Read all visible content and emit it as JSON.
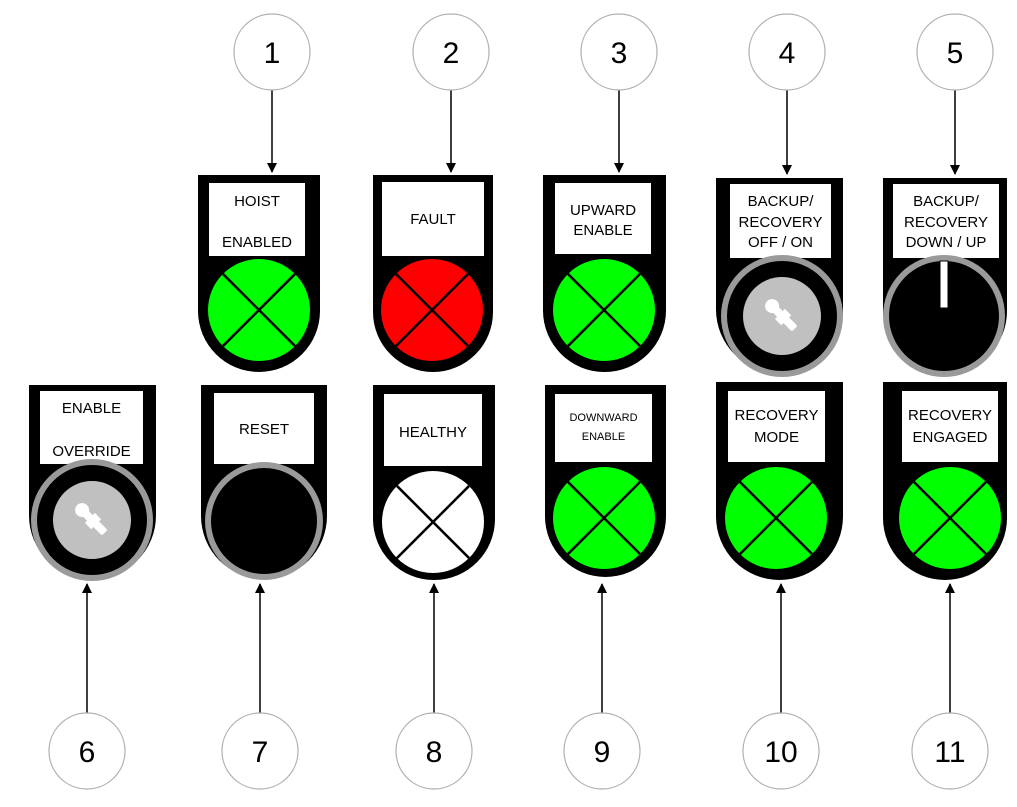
{
  "diagram": {
    "colors": {
      "housing": "#000000",
      "label_bg": "#ffffff",
      "lamp_green": "#00ff00",
      "lamp_red": "#ff0000",
      "lamp_white": "#ffffff",
      "ring_grey": "#9a9a9a",
      "switch_face": "#c0c0c0",
      "callout_stroke": "#b0b0b0"
    },
    "callouts": [
      {
        "number": "1",
        "target": "hoist-enabled-lamp"
      },
      {
        "number": "2",
        "target": "fault-lamp"
      },
      {
        "number": "3",
        "target": "upward-enable-lamp"
      },
      {
        "number": "4",
        "target": "backup-recovery-key-switch"
      },
      {
        "number": "5",
        "target": "backup-recovery-selector"
      },
      {
        "number": "6",
        "target": "enable-override-key-switch"
      },
      {
        "number": "7",
        "target": "reset-button"
      },
      {
        "number": "8",
        "target": "healthy-lamp"
      },
      {
        "number": "9",
        "target": "downward-enable-lamp"
      },
      {
        "number": "10",
        "target": "recovery-mode-lamp"
      },
      {
        "number": "11",
        "target": "recovery-engaged-lamp"
      }
    ],
    "devices": [
      {
        "id": "hoist-enabled-lamp",
        "type": "lamp",
        "color": "green",
        "label_lines": [
          "HOIST",
          "",
          "ENABLED"
        ]
      },
      {
        "id": "fault-lamp",
        "type": "lamp",
        "color": "red",
        "label_lines": [
          "FAULT"
        ]
      },
      {
        "id": "upward-enable-lamp",
        "type": "lamp",
        "color": "green",
        "label_lines": [
          "UPWARD",
          "ENABLE"
        ]
      },
      {
        "id": "backup-recovery-key-switch",
        "type": "key-switch",
        "label_lines": [
          "BACKUP/",
          "RECOVERY",
          "OFF /   ON"
        ]
      },
      {
        "id": "backup-recovery-selector",
        "type": "selector",
        "label_lines": [
          "BACKUP/",
          "RECOVERY",
          "DOWN / UP"
        ]
      },
      {
        "id": "enable-override-key-switch",
        "type": "key-switch",
        "label_lines": [
          "ENABLE",
          "",
          "OVERRIDE"
        ]
      },
      {
        "id": "reset-button",
        "type": "pushbutton",
        "label_lines": [
          "RESET"
        ]
      },
      {
        "id": "healthy-lamp",
        "type": "lamp",
        "color": "white",
        "label_lines": [
          "HEALTHY"
        ]
      },
      {
        "id": "downward-enable-lamp",
        "type": "lamp",
        "color": "green",
        "label_lines": [
          "DOWNWARD",
          "ENABLE"
        ]
      },
      {
        "id": "recovery-mode-lamp",
        "type": "lamp",
        "color": "green",
        "label_lines": [
          "RECOVERY",
          "MODE"
        ]
      },
      {
        "id": "recovery-engaged-lamp",
        "type": "lamp",
        "color": "green",
        "label_lines": [
          "RECOVERY",
          "ENGAGED"
        ]
      }
    ]
  }
}
